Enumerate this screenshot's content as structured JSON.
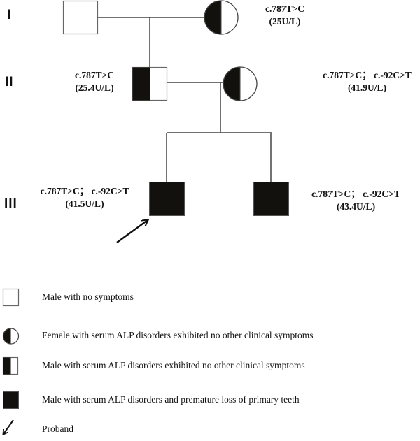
{
  "generations": [
    {
      "label": "I"
    },
    {
      "label": "II"
    },
    {
      "label": "III"
    }
  ],
  "individuals": [
    {
      "id": "I-1",
      "sex": "male",
      "status": "unaffected",
      "variant": "",
      "alp": ""
    },
    {
      "id": "I-2",
      "sex": "female",
      "status": "half-affected",
      "variant": "c.787T>C",
      "alp": "(25U/L)"
    },
    {
      "id": "II-1",
      "sex": "male",
      "status": "half-affected",
      "variant": "c.787T>C",
      "alp": "(25.4U/L)"
    },
    {
      "id": "II-2",
      "sex": "female",
      "status": "half-affected",
      "variant": "c.787T>C；  c.-92C>T",
      "alp": "(41.9U/L)"
    },
    {
      "id": "III-1",
      "sex": "male",
      "status": "affected",
      "proband": true,
      "variant": "c.787T>C；  c.-92C>T",
      "alp": "(41.5U/L)"
    },
    {
      "id": "III-2",
      "sex": "male",
      "status": "affected",
      "variant": "c.787T>C；  c.-92C>T",
      "alp": "(43.4U/L)"
    }
  ],
  "legend": [
    {
      "symbol": "open-square",
      "label": "Male with no symptoms"
    },
    {
      "symbol": "half-filled-circle",
      "label": "Female  with serum ALP disorders exhibited no other clinical symptoms"
    },
    {
      "symbol": "half-filled-square",
      "label": "Male with serum ALP disorders exhibited no other clinical symptoms"
    },
    {
      "symbol": "filled-square",
      "label": "Male with serum ALP disorders and premature loss of primary teeth"
    },
    {
      "symbol": "proband-arrow",
      "label": "Proband"
    }
  ],
  "colors": {
    "fill": "#13110d",
    "line": "#444444",
    "background": "#ffffff"
  }
}
